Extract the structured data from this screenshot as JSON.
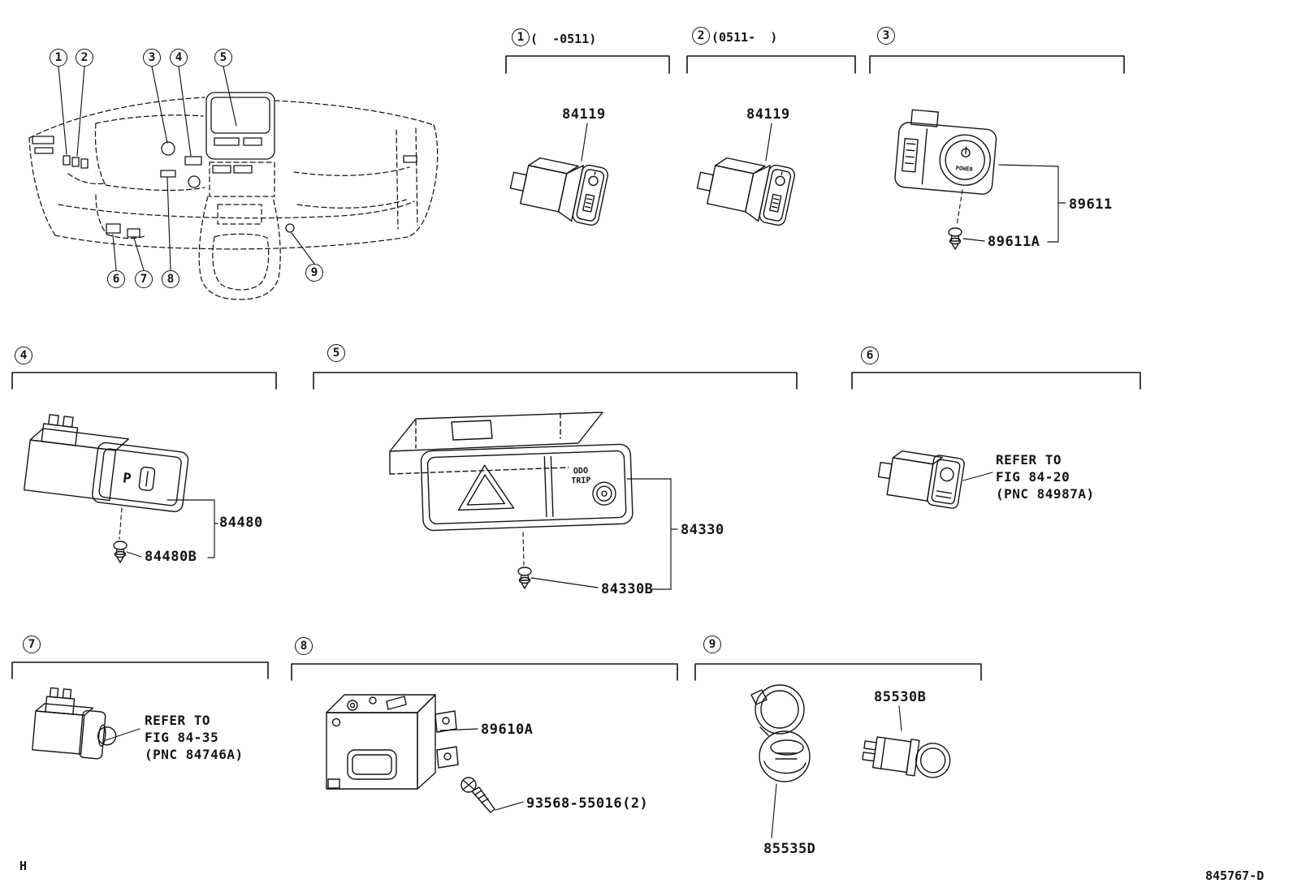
{
  "page": {
    "corner_mark": "H",
    "doc_number": "845767-D"
  },
  "overview_callouts": [
    "1",
    "2",
    "3",
    "4",
    "5",
    "6",
    "7",
    "8",
    "9"
  ],
  "sections": {
    "s1": {
      "num": "1",
      "qualifier": "(  -0511)",
      "parts": {
        "main": "84119"
      }
    },
    "s2": {
      "num": "2",
      "qualifier": "(0511-  )",
      "parts": {
        "main": "84119"
      }
    },
    "s3": {
      "num": "3",
      "parts": {
        "main": "89611",
        "fastener": "89611A"
      },
      "button_label": "POWER"
    },
    "s4": {
      "num": "4",
      "parts": {
        "main": "84480",
        "fastener": "84480B"
      },
      "face_label": "P"
    },
    "s5": {
      "num": "5",
      "parts": {
        "main": "84330",
        "fastener": "84330B"
      },
      "face_label_1": "ODO",
      "face_label_2": "TRIP"
    },
    "s6": {
      "num": "6",
      "note": "REFER TO\nFIG 84-20\n(PNC 84987A)"
    },
    "s7": {
      "num": "7",
      "note": "REFER TO\nFIG 84-35\n(PNC 84746A)"
    },
    "s8": {
      "num": "8",
      "parts": {
        "main": "89610A",
        "screw": "93568-55016(2)"
      }
    },
    "s9": {
      "num": "9",
      "parts": {
        "plug": "85530B",
        "socket": "85535D"
      }
    }
  }
}
